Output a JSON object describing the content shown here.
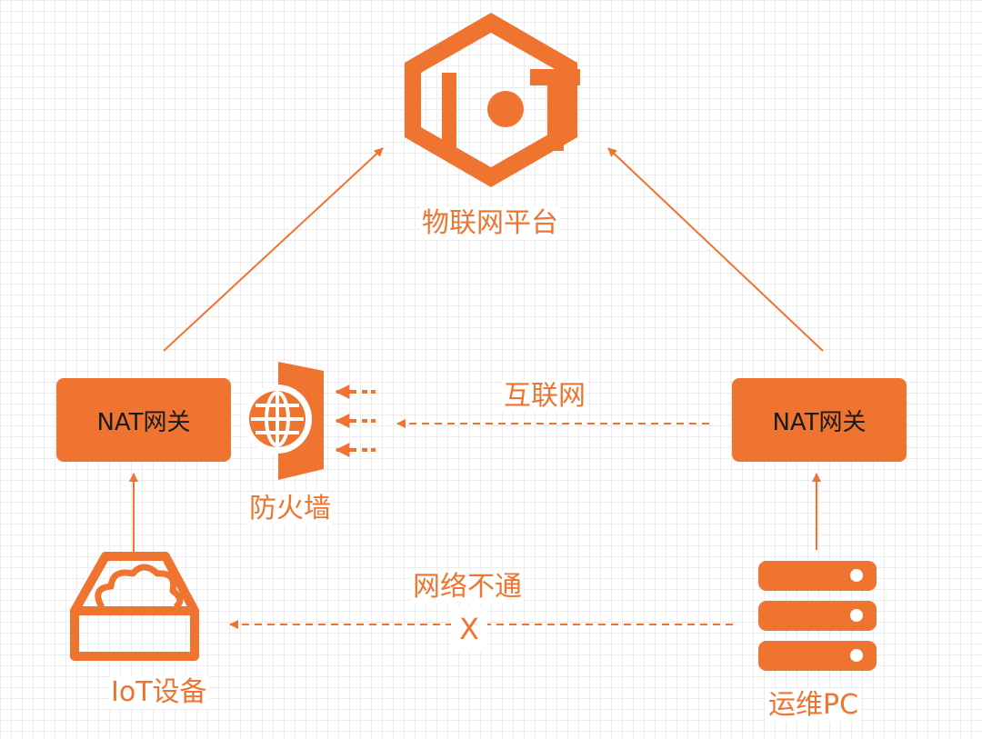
{
  "colors": {
    "accent": "#ee7430",
    "grid": "#ececec",
    "text_dark": "#1a1a1a"
  },
  "platform": {
    "label": "物联网平台",
    "icon": "iot-logo-icon"
  },
  "gateway_left": {
    "label": "NAT网关"
  },
  "gateway_right": {
    "label": "NAT网关"
  },
  "firewall": {
    "label": "防火墙",
    "icon": "firewall-globe-icon"
  },
  "device": {
    "label": "IoT设备",
    "icon": "cloud-box-icon"
  },
  "pc": {
    "label": "运维PC",
    "icon": "server-stack-icon"
  },
  "links": {
    "internet_label": "互联网",
    "blocked_label": "网络不通",
    "blocked_mark": "X"
  }
}
